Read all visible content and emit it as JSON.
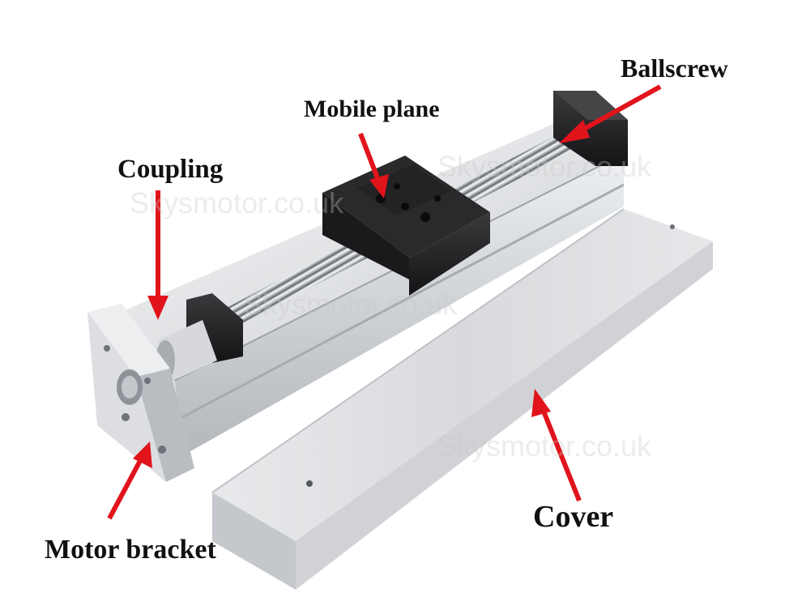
{
  "labels": {
    "ballscrew": "Ballscrew",
    "mobile_plane": "Mobile plane",
    "coupling": "Coupling",
    "motor_bracket": "Motor bracket",
    "cover": "Cover"
  },
  "watermark": "Skysmotor.co.uk",
  "colors": {
    "arrow": "#e1141b",
    "label_text": "#111111",
    "aluminum": "#c9ccd0",
    "anodized_black": "#1c1c1e"
  }
}
